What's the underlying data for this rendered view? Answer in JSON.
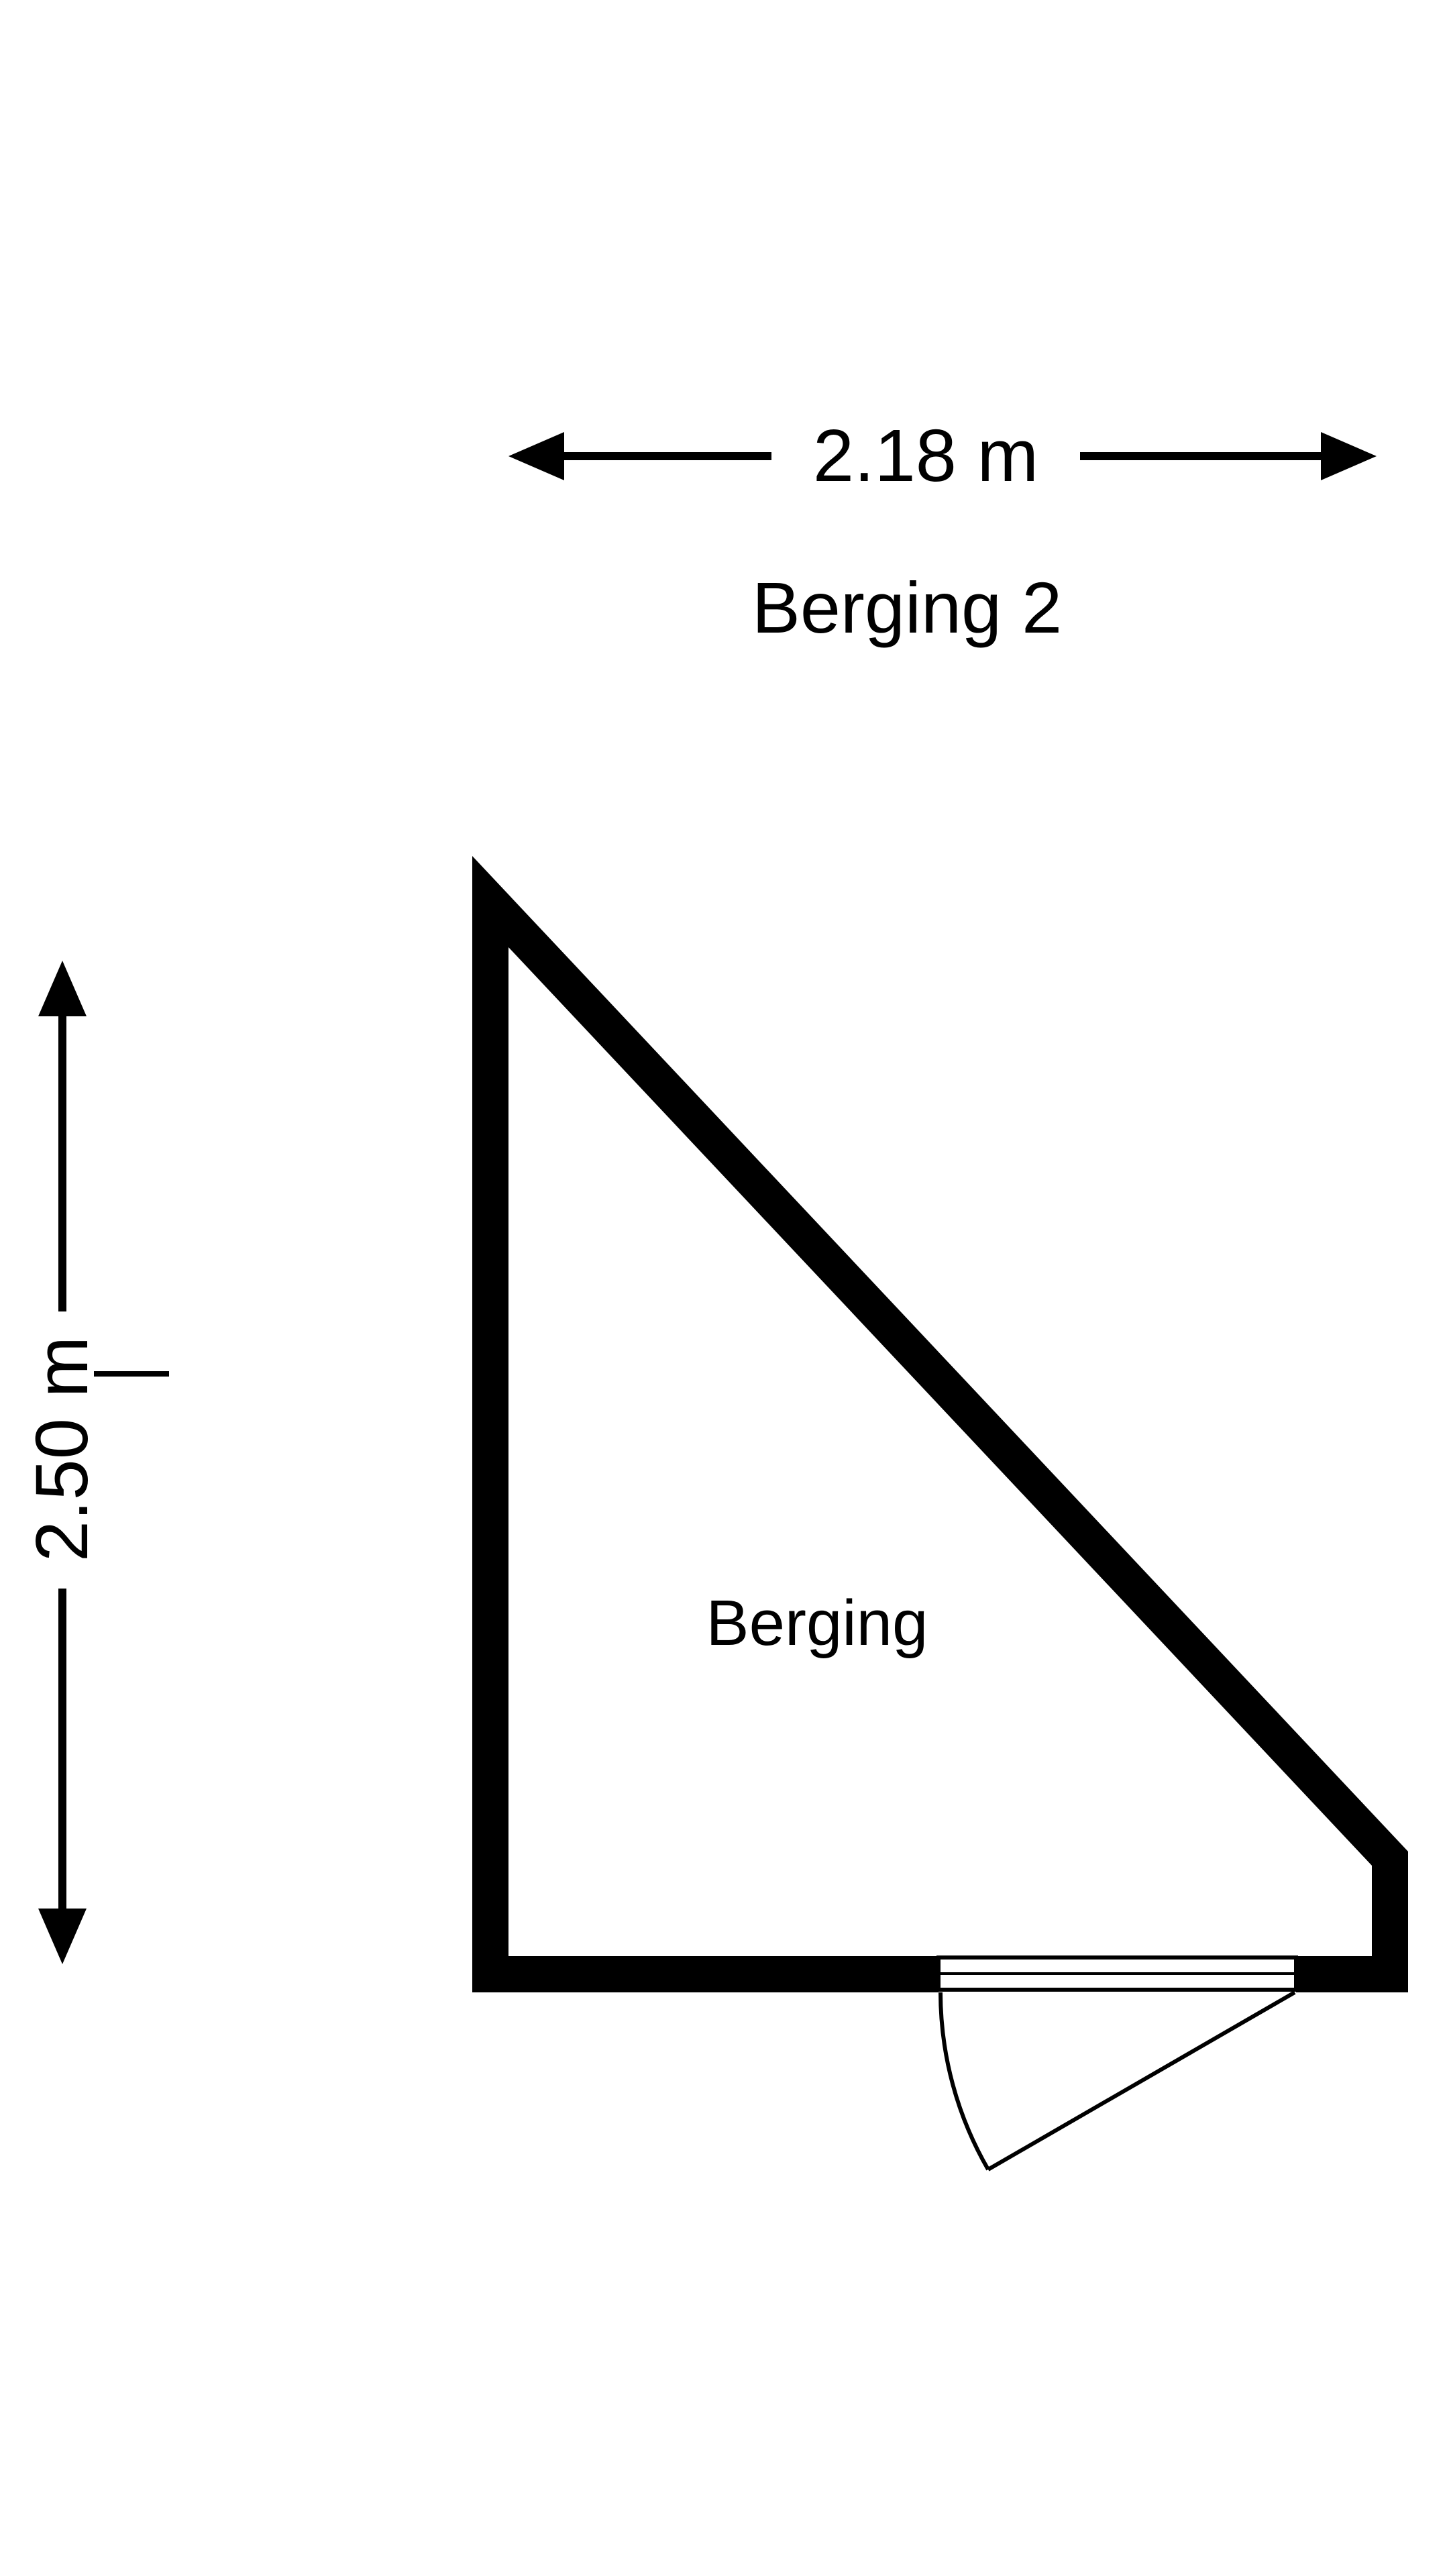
{
  "plan": {
    "title": "Berging 2",
    "room_label": "Berging",
    "width_dimension_label": "2.18 m",
    "height_dimension_label": "2.50 m",
    "colors": {
      "wall": "#000000",
      "line": "#000000",
      "background": "#ffffff",
      "text": "#000000"
    }
  }
}
